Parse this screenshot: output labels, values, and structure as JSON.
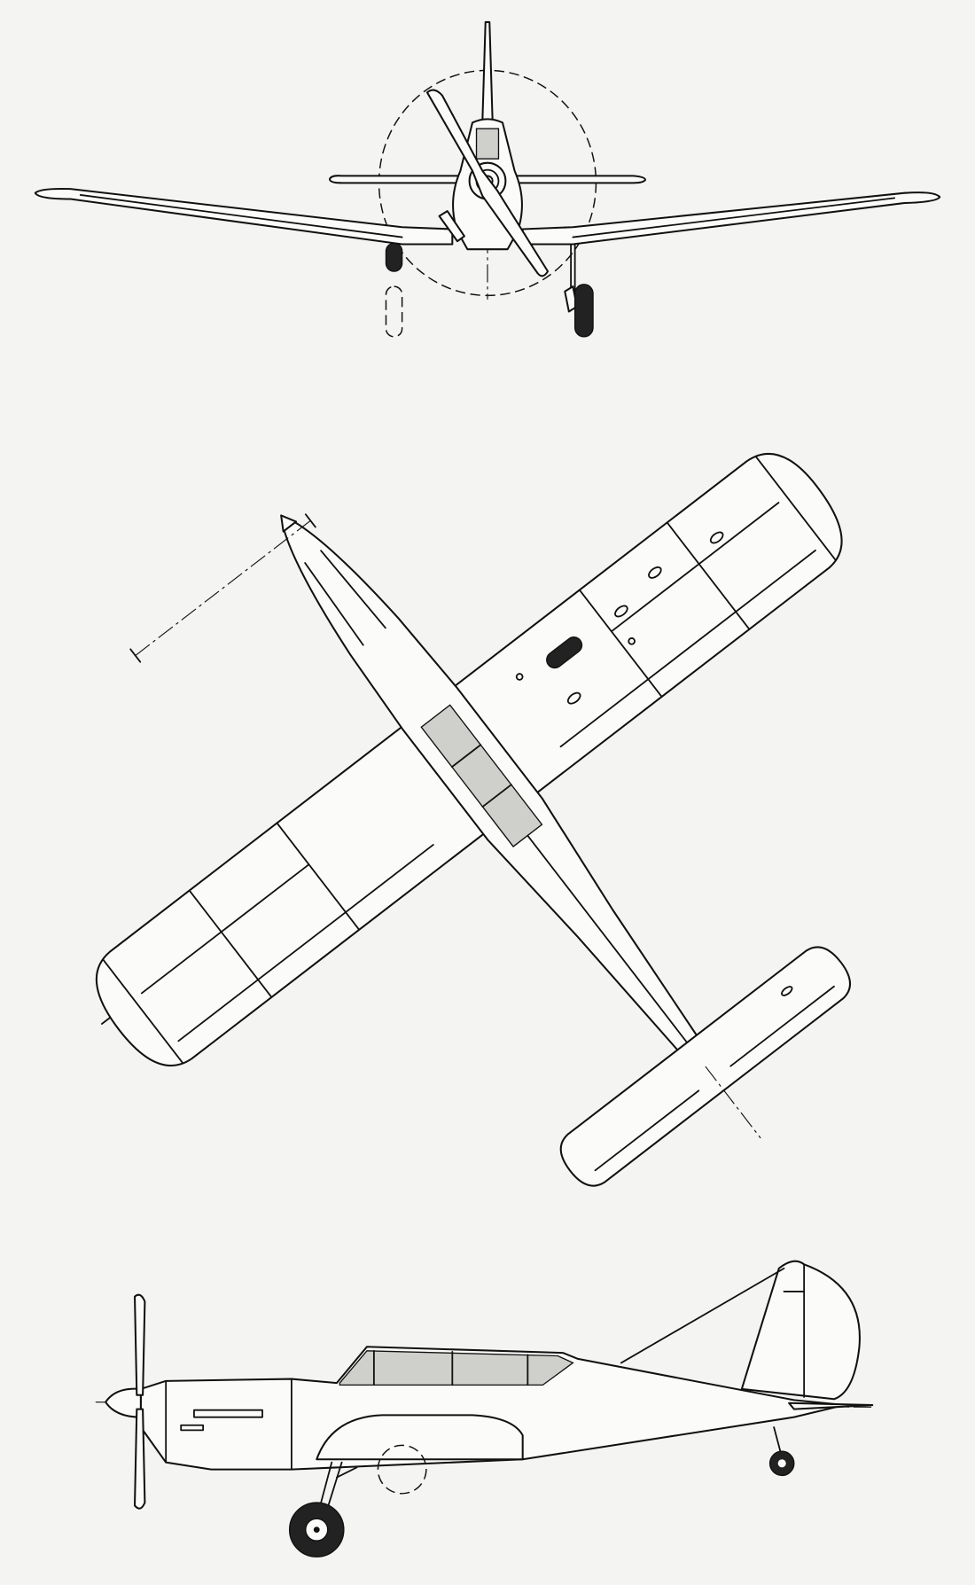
{
  "drawing": {
    "views": [
      "front-view",
      "plan-view",
      "side-view"
    ],
    "colors": {
      "ink": "#111111",
      "paper": "#f4f4f2",
      "hatch": "#cfcfcc"
    }
  }
}
